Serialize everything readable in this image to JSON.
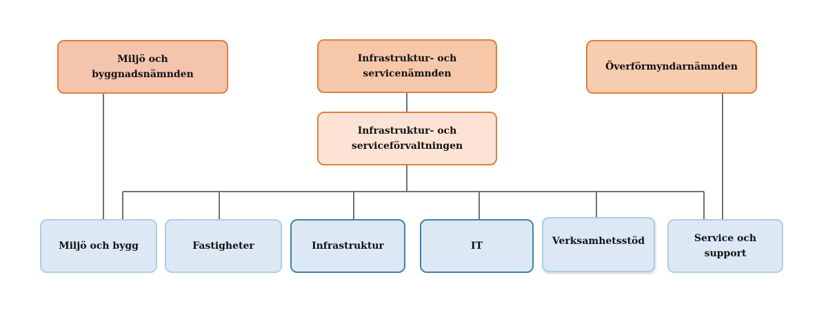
{
  "colors": {
    "board_fill_1": "#f4c4ad",
    "board_fill_2": "#f6c8a9",
    "board_fill_3": "#f7cdb0",
    "admin_fill": "#fce3d5",
    "unit_fill": "#dce9f5",
    "connector": "#6f6f6f"
  },
  "boards": [
    {
      "id": "miljo-bygg-namnd",
      "label": "Miljö och byggnadsnämnden"
    },
    {
      "id": "infra-service-namnd",
      "label": "Infrastruktur- och\nservicenämnden"
    },
    {
      "id": "overformyndar-namnd",
      "label": "Överförmyndarnämnden"
    }
  ],
  "administration": {
    "id": "infra-service-forvaltning",
    "label": "Infrastruktur- och\nserviceförvaltningen"
  },
  "units": [
    {
      "id": "miljo-och-bygg",
      "label": "Miljö och bygg"
    },
    {
      "id": "fastigheter",
      "label": "Fastigheter"
    },
    {
      "id": "infrastruktur",
      "label": "Infrastruktur"
    },
    {
      "id": "it",
      "label": "IT"
    },
    {
      "id": "verksamhetsstod",
      "label": "Verksamhetsstöd"
    },
    {
      "id": "service-och-support",
      "label": "Service och support"
    }
  ]
}
